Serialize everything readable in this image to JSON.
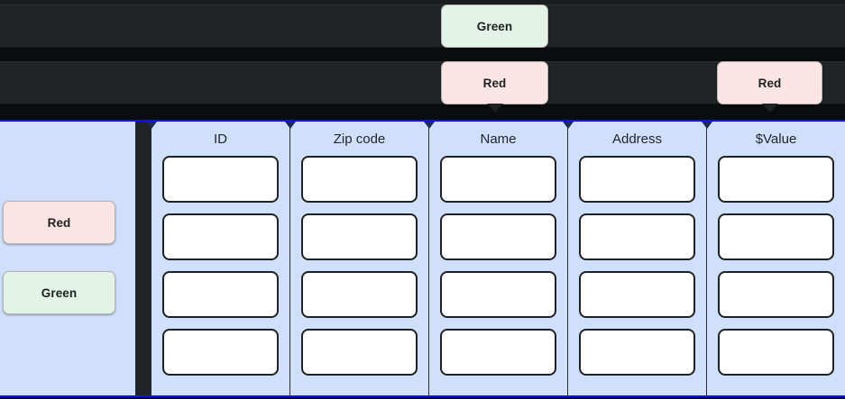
{
  "tooltips": {
    "top_green": {
      "label": "Green",
      "color": "#e3f3e8",
      "name": "green"
    },
    "mid_red": {
      "label": "Red",
      "color": "#fbe5e4",
      "name": "red"
    },
    "right_red": {
      "label": "Red",
      "color": "#fbe5e4",
      "name": "red"
    },
    "left_red": {
      "label": "Red",
      "color": "#fbe5e4",
      "name": "red"
    },
    "left_green": {
      "label": "Green",
      "color": "#e3f3e8",
      "name": "green"
    }
  },
  "panel": {
    "accent_border": "#1111ee",
    "background": "#d0e0fb",
    "columns": [
      {
        "header": "ID",
        "cells": [
          "",
          "",
          "",
          ""
        ]
      },
      {
        "header": "Zip code",
        "cells": [
          "",
          "",
          "",
          ""
        ]
      },
      {
        "header": "Name",
        "cells": [
          "",
          "",
          "",
          ""
        ]
      },
      {
        "header": "Address",
        "cells": [
          "",
          "",
          "",
          ""
        ]
      },
      {
        "header": "$Value",
        "cells": [
          "",
          "",
          "",
          ""
        ]
      }
    ]
  }
}
